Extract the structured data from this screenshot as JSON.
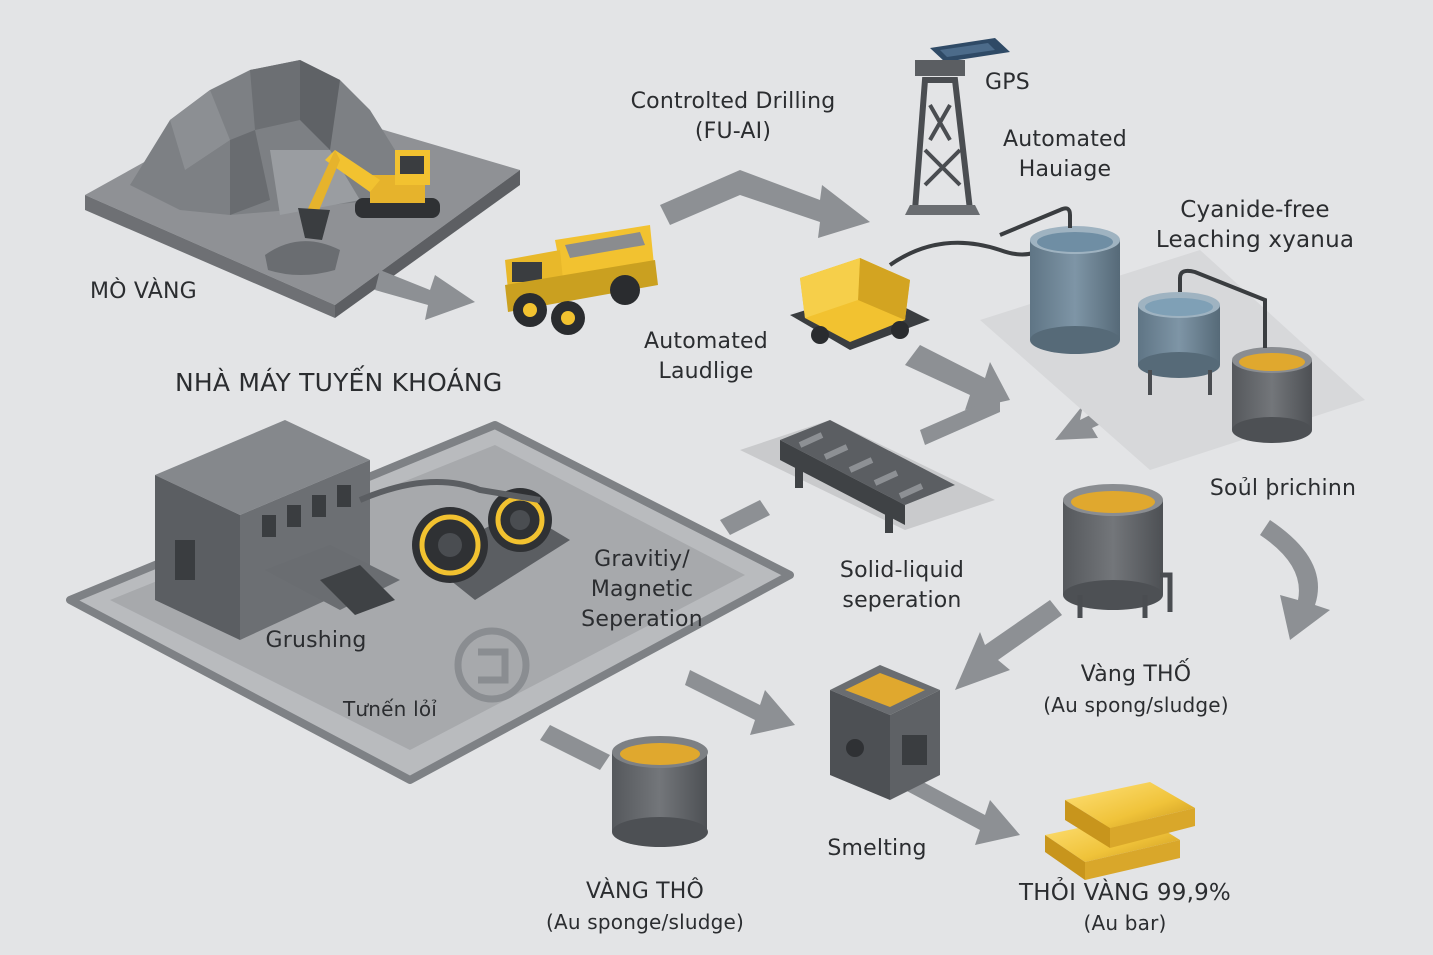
{
  "labels": {
    "mine": "MÒ VÀNG",
    "drilling_1": "Controlted Drilling",
    "drilling_2": "(FU-AI)",
    "gps": "GPS",
    "haulage_1": "Automated",
    "haulage_2": "Hauiage",
    "leaching_1": "Cyanide-free",
    "leaching_2": "Leaching xyanua",
    "laudlige_1": "Automated",
    "laudlige_2": "Laudlige",
    "plant": "NHÀ MÁY TUYẾN KHOÁNG",
    "crushing": "Grushing",
    "tuyen_loi": "Tưnến lỏỉ",
    "separation_1": "Gravitiy/",
    "separation_2": "Magnetic",
    "separation_3": "Seperation",
    "solid_liquid_1": "Solid-liquid",
    "solid_liquid_2": "seperation",
    "soul": "Soủl þrichinn",
    "vang_tho_right_1": "Vàng THỐ",
    "vang_tho_right_2": "(Au spong/sludge)",
    "smelting": "Smelting",
    "vang_tho_bottom_1": "VÀNG THÔ",
    "vang_tho_bottom_2": "(Au sponge/sludge)",
    "bar_1": "THỎI VÀNG 99,9%",
    "bar_2": "(Au bar)"
  },
  "colors": {
    "background": "#e3e4e6",
    "platform": "#a9abae",
    "dark_gray": "#5b5e62",
    "accent_yellow": "#f2c230",
    "gold": "#e0a82e",
    "tank_blue": "#6f8596",
    "arrow": "#8d9094"
  }
}
